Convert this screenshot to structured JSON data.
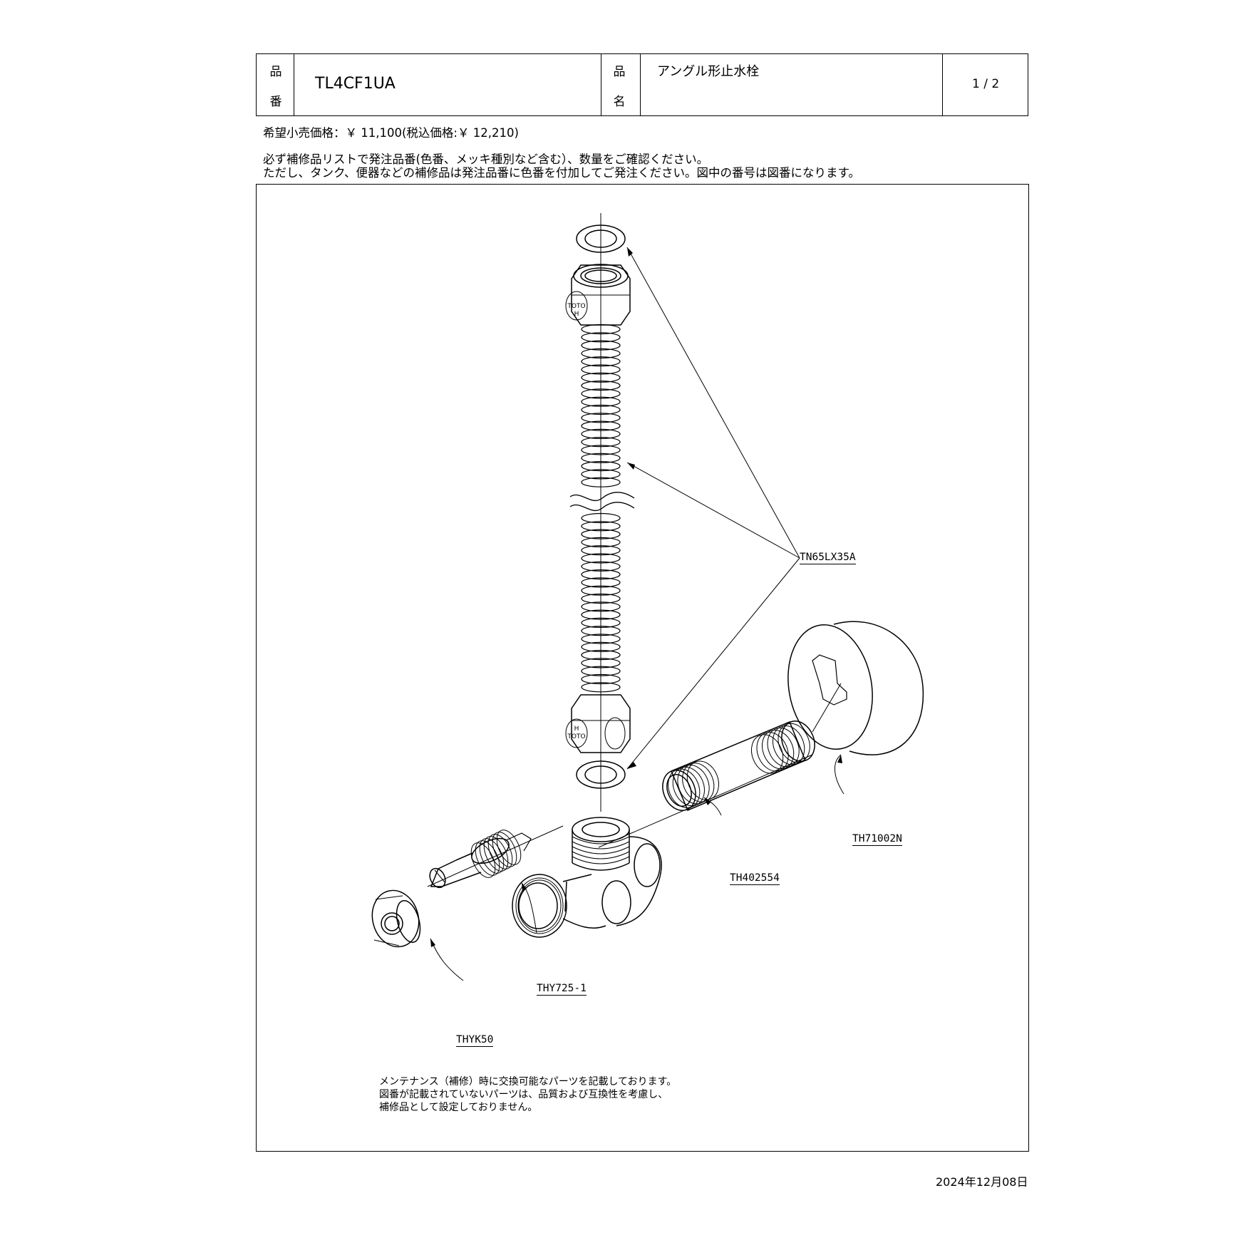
{
  "header": {
    "part_no_label_1": "品",
    "part_no_label_2": "番",
    "part_no": "TL4CF1UA",
    "name_label_1": "品",
    "name_label_2": "名",
    "name": "アングル形止水栓",
    "page": "1 / 2"
  },
  "price_line": "希望小売価格：￥ 11,100(税込価格:￥ 12,210)",
  "notice": {
    "line1": "必ず補修品リストで発注品番(色番、メッキ種別など含む）、数量をご確認ください。",
    "line2": "ただし、タンク、便器などの補修品は発注品番に色番を付加してご発注ください。図中の番号は図番になります。"
  },
  "diagram": {
    "labels": {
      "tn": "TN65LX35A",
      "th71": "TH71002N",
      "th40": "TH402554",
      "thy725": "THY725-1",
      "thyk": "THYK50"
    },
    "nut_mark_top": "TOTO",
    "nut_mark_top_h": "H",
    "nut_mark_bottom": "TOTO",
    "nut_mark_bottom_h": "H"
  },
  "footnote": {
    "line1": "メンテナンス（補修）時に交換可能なパーツを記載しております。",
    "line2": "図番が記載されていないパーツは、品質および互換性を考慮し、",
    "line3": "補修品として設定しておりません。"
  },
  "date": "2024年12月08日"
}
